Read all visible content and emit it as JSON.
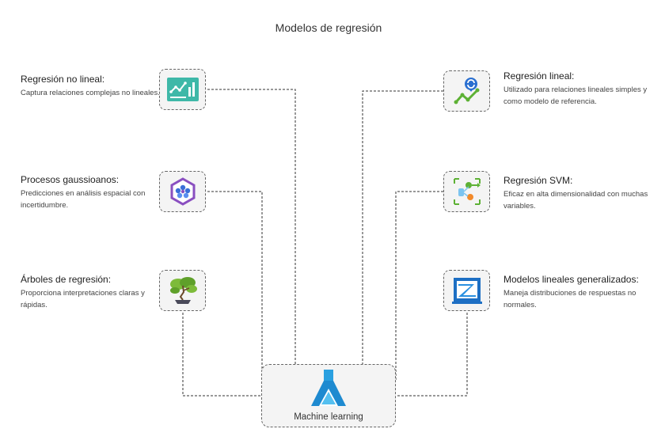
{
  "title": "Modelos de regresión",
  "center": {
    "label": "Machine learning",
    "icon": "machine-learning-flask-icon"
  },
  "nodes": [
    {
      "id": "no-lineal",
      "title": "Regresión no lineal:",
      "desc": "Captura relaciones complejas no lineales.",
      "icon": "chart-analytics-icon",
      "side": "left"
    },
    {
      "id": "gaussianos",
      "title": "Procesos gaussioanos:",
      "desc": "Predicciones en análisis espacial con incertidumbre.",
      "icon": "hexagon-network-icon",
      "side": "left"
    },
    {
      "id": "arboles",
      "title": "Árboles de regresión:",
      "desc": "Proporciona interpretaciones claras y rápidas.",
      "icon": "bonsai-tree-icon",
      "side": "left"
    },
    {
      "id": "lineal",
      "title": "Regresión lineal:",
      "desc": "Utilizado para relaciones lineales simples y como modelo de referencia.",
      "icon": "linear-trend-refresh-icon",
      "side": "right"
    },
    {
      "id": "svm",
      "title": "Regresión SVM:",
      "desc": "Eficaz en alta dimensionalidad con muchas variables.",
      "icon": "svm-nodes-icon",
      "side": "right"
    },
    {
      "id": "generalizados",
      "title": "Modelos lineales generalizados:",
      "desc": "Maneja distribuciones de respuestas no normales.",
      "icon": "glm-window-icon",
      "side": "right"
    }
  ]
}
